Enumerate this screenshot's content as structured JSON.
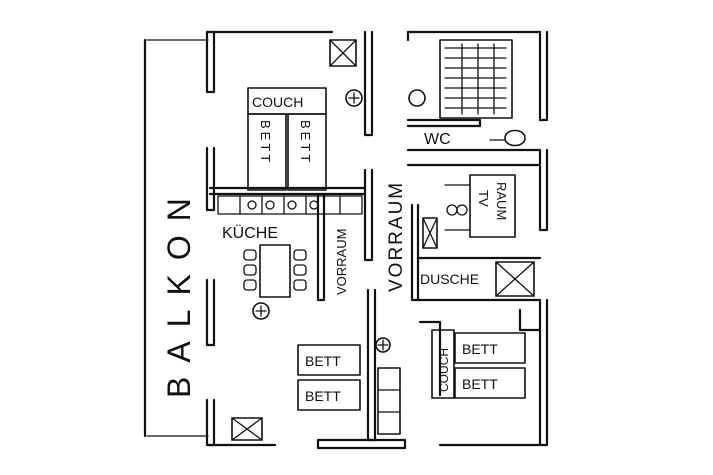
{
  "labels": {
    "balkon": "BALKON",
    "couch_top": "COUCH",
    "bett_vertical": "BETT",
    "kueche": "KÜCHE",
    "vorraum": "VORRAUM",
    "wc": "WC",
    "tv_raum_1": "TV",
    "tv_raum_2": "RAUM",
    "dusche": "DUSCHE",
    "bett": "BETT",
    "couch_side": "COUCH"
  }
}
